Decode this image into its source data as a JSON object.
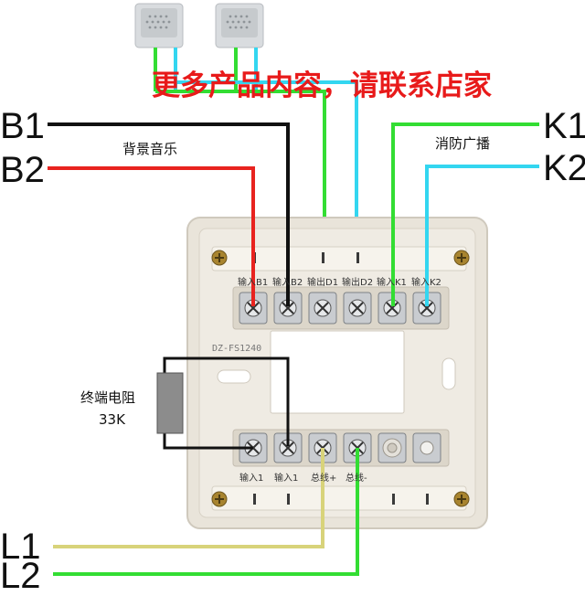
{
  "banner": "更多产品内容，请联系店家",
  "inputs_left": {
    "b1": "B1",
    "b2": "B2",
    "group_caption": "背景音乐"
  },
  "inputs_right": {
    "k1": "K1",
    "k2": "K2",
    "group_caption": "消防广播"
  },
  "resistor": {
    "caption_line1": "终端电阻",
    "caption_line2": "33K"
  },
  "bus": {
    "l1": "L1",
    "l2": "L2"
  },
  "module_model": "DZ-FS1240",
  "terminals_top": [
    "输入B1",
    "输入B2",
    "输出D1",
    "输出D2",
    "输入K1",
    "输入K2"
  ],
  "terminals_bottom": [
    "输入1",
    "输入1",
    "总线+",
    "总线-"
  ],
  "wire_colors": {
    "black": "#111111",
    "red": "#e8231f",
    "green": "#33dd33",
    "cyan": "#33d6f0",
    "khaki": "#d8d37a"
  }
}
